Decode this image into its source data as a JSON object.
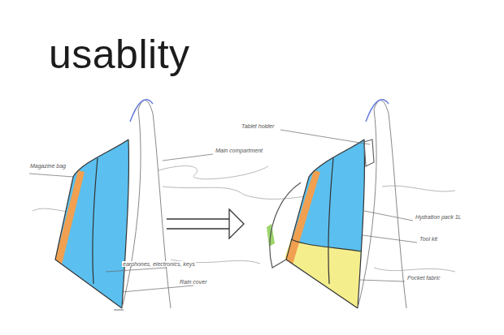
{
  "diagram": {
    "title": "usablity",
    "labels": [
      "Magazine bag",
      "Main compartment",
      "Tablet holder",
      "earphones, electronics, keys",
      "Rain cover",
      "Hydration pack 1L",
      "Tool kit",
      "Pocket fabric"
    ]
  }
}
